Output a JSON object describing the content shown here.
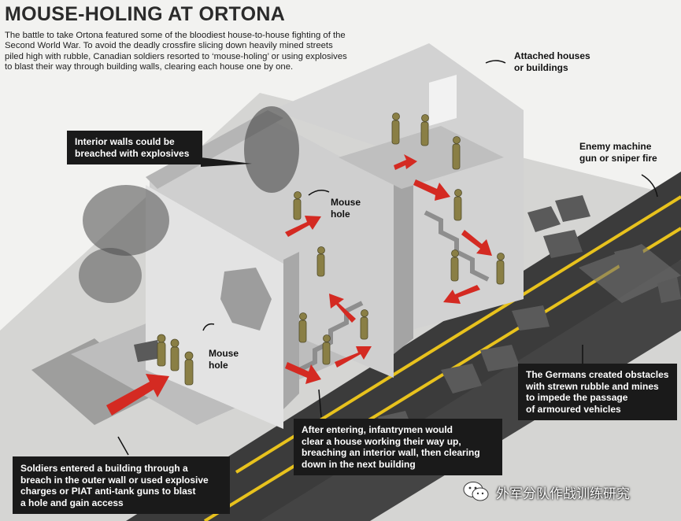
{
  "title": "MOUSE-HOLING AT ORTONA",
  "intro": "The battle to take Ortona featured some of the bloodiest house-to-house fighting of the Second World War. To avoid the deadly crossfire slicing down heavily mined streets piled high with rubble, Canadian soldiers resorted to ‘mouse-holing’ or using explosives to blast their way through building walls, clearing each house one by one.",
  "labels": {
    "attached_houses": "Attached houses\nor buildings",
    "enemy_fire": "Enemy machine\ngun or sniper fire",
    "mouse_hole_upper": "Mouse\nhole",
    "mouse_hole_lower": "Mouse\nhole"
  },
  "callouts": {
    "interior_walls": "Interior walls could be\nbreached with explosives",
    "obstacles": "The Germans created obstacles\nwith strewn rubble and mines\nto impede the passage\nof armoured vehicles",
    "after_entering": "After entering, infantrymen would\nclear a house working their way up,\nbreaching an interior wall, then clearing\ndown in the next building",
    "soldiers_entered": "Soldiers entered a building through a\nbreach in the outer wall or used explosive\ncharges or PIAT anti-tank guns to blast\na hole and gain access"
  },
  "watermark": "外军分队作战训练研究",
  "colors": {
    "arrow_red": "#d42a22",
    "road_line": "#e8c21d",
    "callout_bg": "#1a1a1a",
    "wall_light": "#d9d9d9",
    "wall_shadow": "#9e9e9e",
    "soldier_khaki": "#8a7f45"
  }
}
